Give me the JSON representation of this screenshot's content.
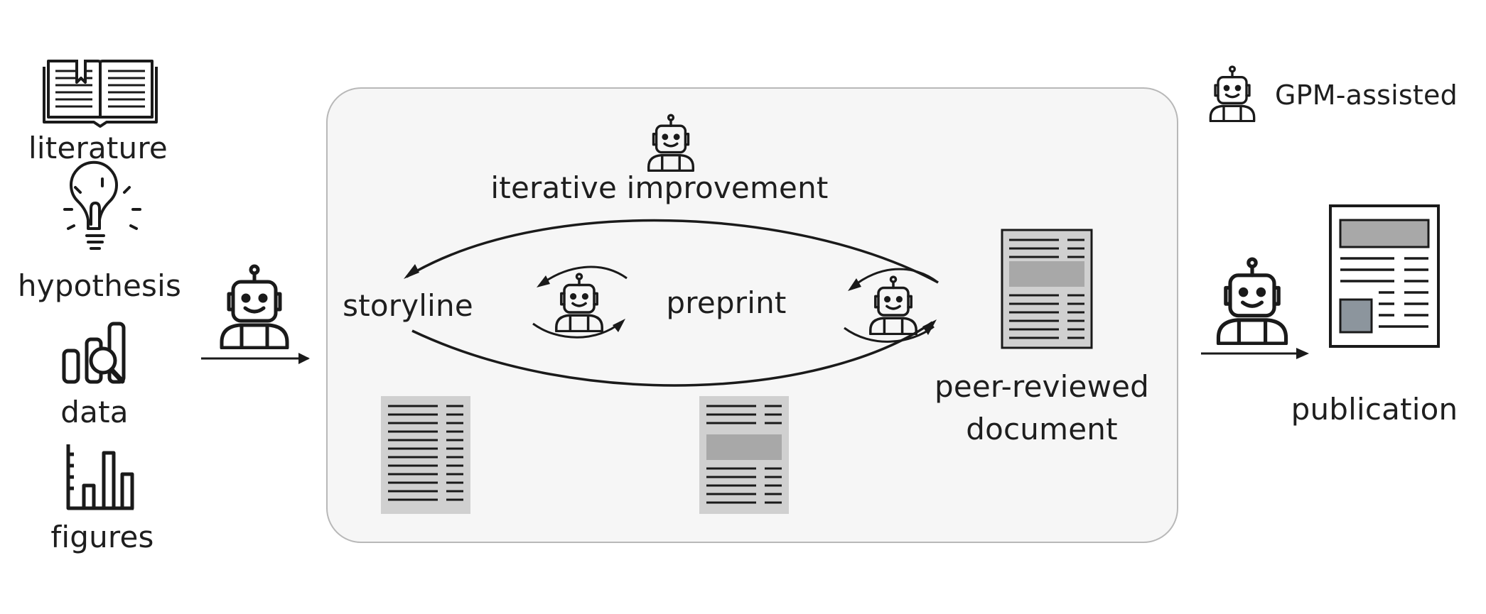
{
  "inputs": [
    {
      "label": "literature",
      "icon": "book-icon"
    },
    {
      "label": "hypothesis",
      "icon": "lightbulb-icon"
    },
    {
      "label": "data",
      "icon": "data-search-icon"
    },
    {
      "label": "figures",
      "icon": "bar-chart-icon"
    }
  ],
  "workflow": {
    "loop_label": "iterative improvement",
    "stages": {
      "storyline": "storyline",
      "preprint": "preprint",
      "peer_reviewed": [
        "peer-reviewed",
        "document"
      ]
    }
  },
  "output": {
    "label": "publication"
  },
  "legend": {
    "label": "GPM-assisted",
    "icon": "robot-icon"
  },
  "colors": {
    "panel": "#f6f6f6",
    "panel_border": "#b8b8b8",
    "doc_gray": "#d0d0d0",
    "highlight": "#a8a8a8",
    "photo": "#8c959d",
    "stroke": "#1a1a1a"
  }
}
